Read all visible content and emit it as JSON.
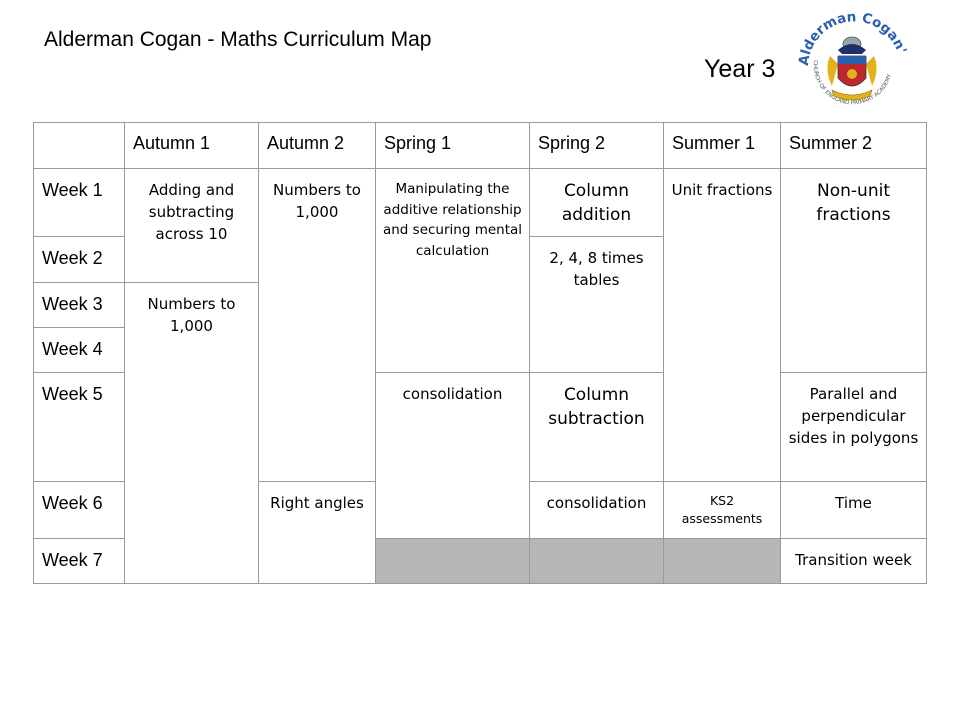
{
  "page": {
    "title": "Alderman Cogan - Maths Curriculum Map",
    "year": "Year 3"
  },
  "logo": {
    "arc_text": "Alderman Cogan's",
    "ring_text": "CHURCH OF ENGLAND PRIMARY ACADEMY",
    "colors": {
      "blue": "#2a5fae",
      "gold": "#e2b21b",
      "red": "#c0262d",
      "navy": "#1f2f6b"
    }
  },
  "table": {
    "terms": [
      "Autumn 1",
      "Autumn 2",
      "Spring 1",
      "Spring 2",
      "Summer 1",
      "Summer 2"
    ],
    "weeks": [
      "Week 1",
      "Week 2",
      "Week 3",
      "Week 4",
      "Week 5",
      "Week 6",
      "Week 7"
    ],
    "cells": {
      "autumn1_a": "Adding and subtracting across 10",
      "autumn1_b": "Numbers to 1,000",
      "autumn2_a": "Numbers to 1,000",
      "autumn2_b": "Right angles",
      "spring1_a": "Manipulating the additive relationship and securing mental calculation",
      "spring1_b": "consolidation",
      "spring2_a": "Column addition",
      "spring2_b": "2, 4, 8 times tables",
      "spring2_c": "Column subtraction",
      "spring2_d": "consolidation",
      "summer1_a": "Unit fractions",
      "summer1_b": "KS2 assessments",
      "summer2_a": "Non-unit fractions",
      "summer2_b": "Parallel and perpendicular sides in polygons",
      "summer2_c": "Time",
      "summer2_d": "Transition week"
    },
    "grey_fill": "#b7b7b7"
  }
}
